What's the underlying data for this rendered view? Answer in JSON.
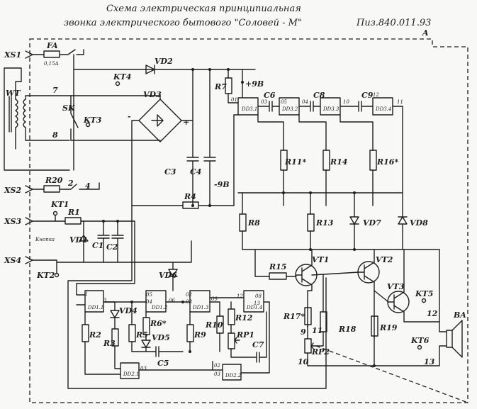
{
  "title": {
    "line1": "Схема электрическая принципиальная",
    "line2": "звонка электрического бытового \"Соловей - М\"",
    "doc_number": "Пиз.840.011.93",
    "board": "A"
  },
  "connectors": {
    "xs1": "XS1",
    "xs2": "XS2",
    "xs3": "XS3",
    "xs4": "XS4",
    "ba": "BA"
  },
  "test_points": {
    "kt1": "KT1",
    "kt2": "KT2",
    "kt3": "KT3",
    "kt4": "KT4",
    "kt5": "KT5",
    "kt6": "KT6"
  },
  "components": {
    "fa": "FA",
    "fa_rating": "0,15A",
    "transformer": "WT",
    "switch": "SK",
    "r1": "R1",
    "r2": "R2",
    "r3": "R3",
    "r4": "R4",
    "r5": "R5",
    "r6": "R6*",
    "r7": "R7",
    "r8": "R8",
    "r9": "R9",
    "r10": "R10",
    "r11": "R11*",
    "r12": "R12",
    "r13": "R13",
    "r14": "R14",
    "r15": "R15",
    "r16": "R16*",
    "r17": "R17*",
    "r18": "R18",
    "r19": "R19",
    "r20": "R20",
    "rp1": "RP1",
    "rp2": "RP2",
    "c1": "C1",
    "c2": "C2",
    "c3": "C3",
    "c4": "C4",
    "c5": "C5",
    "c6": "C6",
    "c7": "C7",
    "c8": "C8",
    "c9": "C9",
    "vd1": "VD1",
    "vd2": "VD2",
    "vd3": "VD3",
    "vd4": "VD4",
    "vd5": "VD5",
    "vd6": "VD6",
    "vd7": "VD7",
    "vd8": "VD8",
    "vt1": "VT1",
    "vt2": "VT2",
    "vt3": "VT3",
    "dd11": "DD1.1",
    "dd12": "DD1.2",
    "dd13": "DD1.3",
    "dd14": "DD1.4",
    "dd21": "DD2.1",
    "dd22": "DD2.2",
    "dd31": "DD3.1",
    "dd32": "DD3.2",
    "dd33": "DD3.3",
    "dd34": "DD3.4"
  },
  "voltages": {
    "plus9": "+9B",
    "minus9": "-9B",
    "plus": "+",
    "minus": "-"
  },
  "knopka": "Кнопка",
  "pins": {
    "p7": "7",
    "p8": "8",
    "p2": "2",
    "p4": "4",
    "p9": "9",
    "p10": "10",
    "p11": "11",
    "p12": "12",
    "p13": "13",
    "p1": "1",
    "p3": "3",
    "p5": "5",
    "p6": "6",
    "p01": "01",
    "p02": "02",
    "p03": "03",
    "p04": "04",
    "p05": "05",
    "p06": "06",
    "p08": "08",
    "p09": "09",
    "p12b": "12",
    "p13b": "13",
    "p11b": "11",
    "p10b": "10"
  }
}
